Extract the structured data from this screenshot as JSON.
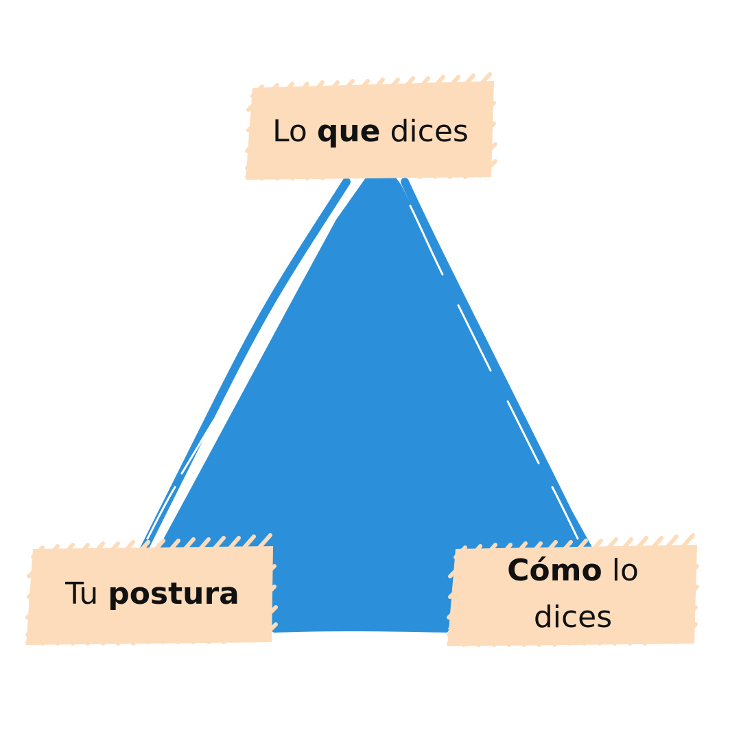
{
  "colors": {
    "triangle": "#2b90d9",
    "box": "#fddcbc",
    "text": "#111111",
    "background": "#ffffff"
  },
  "labels": {
    "top": {
      "pre": "Lo ",
      "bold": "que",
      "post": " dices"
    },
    "left": {
      "pre": "Tu ",
      "bold": "postura"
    },
    "right": {
      "bold": "Cómo",
      "post": " lo",
      "line2": "dices"
    }
  }
}
